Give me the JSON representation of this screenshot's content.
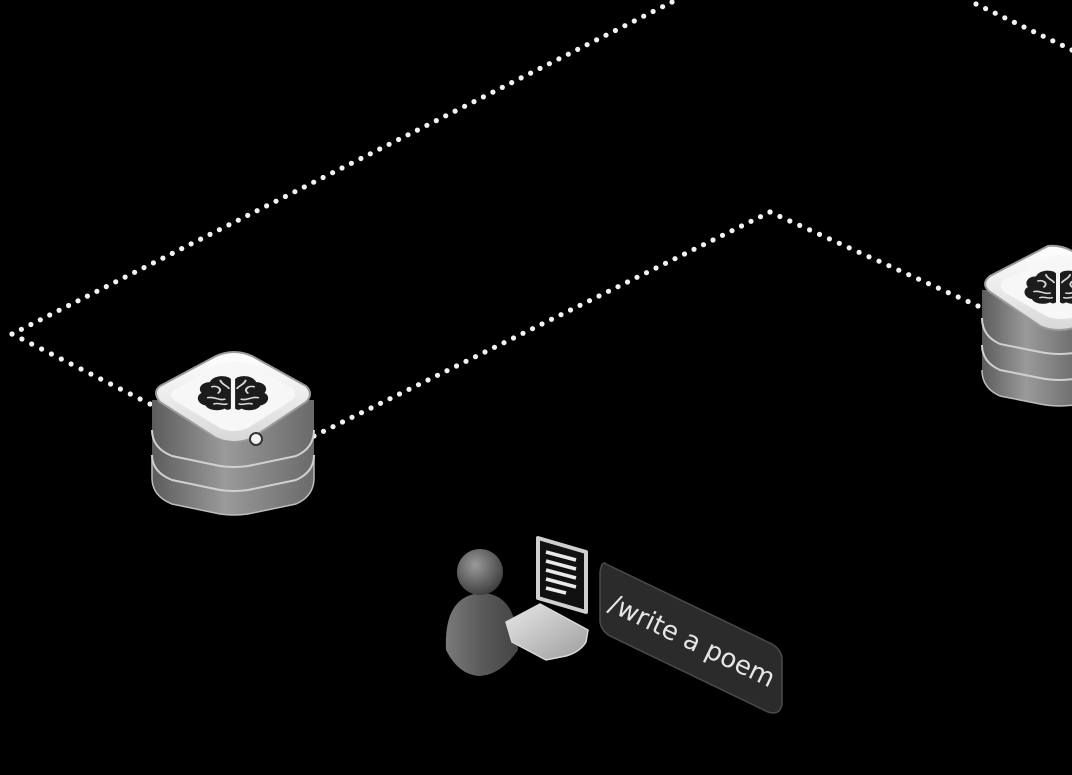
{
  "diagram": {
    "nodes": [
      {
        "id": "model-server-left",
        "icon": "brain-icon",
        "status_light": true
      },
      {
        "id": "model-server-right",
        "icon": "brain-icon",
        "status_light": false
      }
    ],
    "user": {
      "icon": "person-icon",
      "device": "laptop-icon",
      "screen": "document-icon"
    },
    "prompt": {
      "text": "/write a poem"
    },
    "connections": [
      {
        "from": "model-server-left",
        "to": "model-server-right",
        "style": "dotted"
      },
      {
        "from": "model-server-left",
        "to": "offscreen-top",
        "style": "dotted"
      }
    ]
  },
  "colors": {
    "background": "#000000",
    "dots": "#f2f2f2",
    "node_top": "#f4f4f4",
    "node_body": "#8a8a8a",
    "prompt_bg": "#2b2b2b",
    "prompt_text": "#e6e6e6"
  }
}
